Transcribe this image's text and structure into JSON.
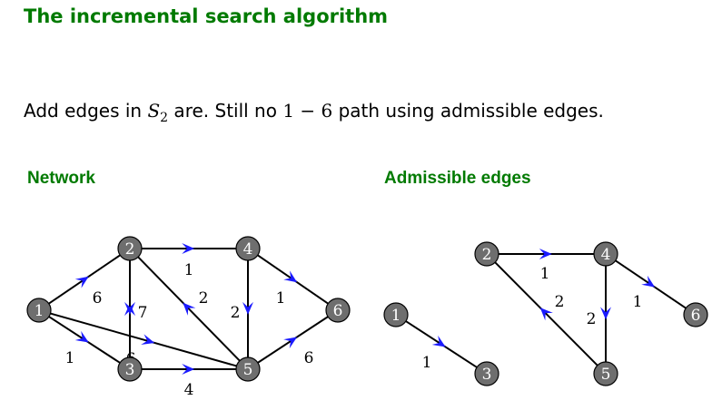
{
  "slide": {
    "title": "The incremental search algorithm",
    "text_before": "Add edges in ",
    "math_set": "S",
    "math_sub": "2",
    "text_middle": " are. Still no ",
    "math_path": "1 − 6",
    "text_after": " path using admissible edges."
  },
  "network": {
    "heading": "Network",
    "nodes": [
      "1",
      "2",
      "3",
      "4",
      "5",
      "6"
    ],
    "edges": [
      {
        "from": "1",
        "to": "2",
        "label": "6"
      },
      {
        "from": "1",
        "to": "3",
        "label": "1"
      },
      {
        "from": "1",
        "to": "5",
        "label": ""
      },
      {
        "from": "3",
        "to": "2",
        "label": "7"
      },
      {
        "from": "2",
        "to": "3",
        "label": "6"
      },
      {
        "from": "2",
        "to": "4",
        "label": "1"
      },
      {
        "from": "5",
        "to": "2",
        "label": "2"
      },
      {
        "from": "4",
        "to": "5",
        "label": "2"
      },
      {
        "from": "4",
        "to": "6",
        "label": "1"
      },
      {
        "from": "3",
        "to": "5",
        "label": "4"
      },
      {
        "from": "5",
        "to": "6",
        "label": "6"
      }
    ]
  },
  "admissible": {
    "heading": "Admissible edges",
    "nodes": [
      "1",
      "2",
      "3",
      "4",
      "5",
      "6"
    ],
    "edges": [
      {
        "from": "1",
        "to": "3",
        "label": "1"
      },
      {
        "from": "2",
        "to": "4",
        "label": "1"
      },
      {
        "from": "5",
        "to": "2",
        "label": "2"
      },
      {
        "from": "4",
        "to": "5",
        "label": "2"
      },
      {
        "from": "4",
        "to": "6",
        "label": "1"
      }
    ]
  },
  "colors": {
    "heading": "#007a00",
    "arrowhead": "#1a1aff",
    "node_fill": "#6e6e6e"
  }
}
